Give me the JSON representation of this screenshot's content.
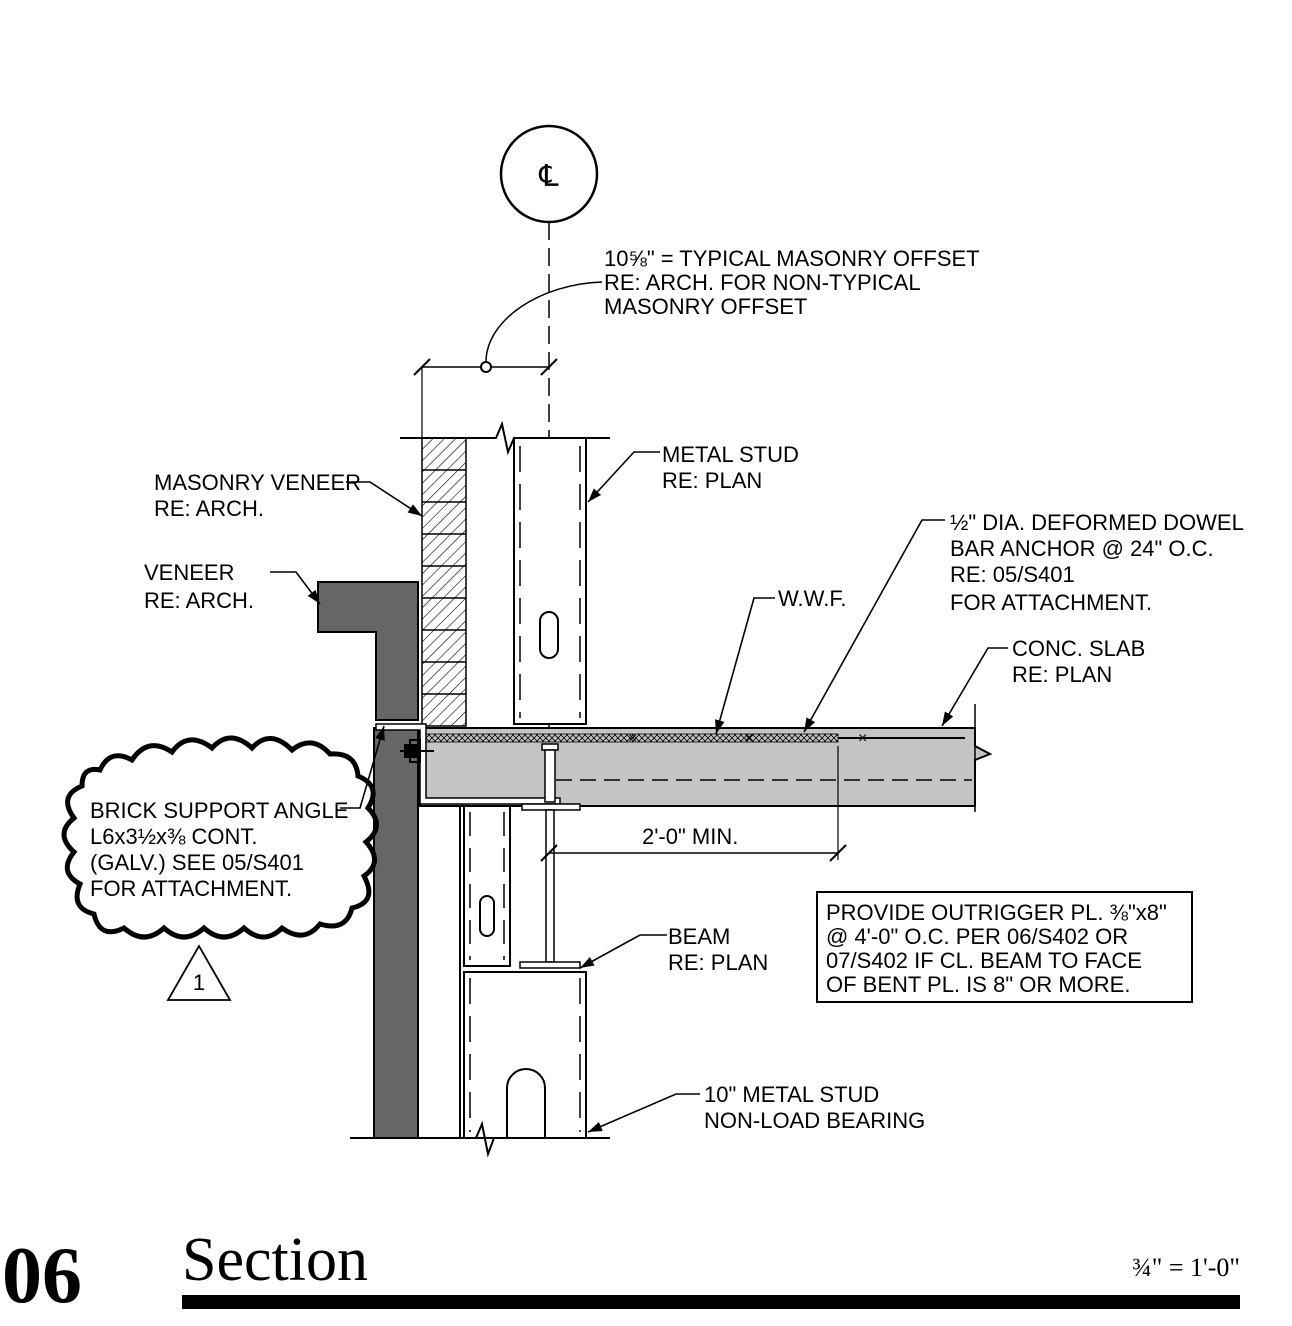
{
  "centerline": {
    "symbol": "℄"
  },
  "labels": {
    "offset": [
      "10⅝\" = TYPICAL MASONRY OFFSET",
      "RE: ARCH. FOR NON-TYPICAL",
      "MASONRY OFFSET"
    ],
    "metal_stud": [
      "METAL STUD",
      "RE: PLAN"
    ],
    "masonry_veneer": [
      "MASONRY VENEER",
      "RE: ARCH."
    ],
    "dowel": [
      "½\" DIA. DEFORMED DOWEL",
      "BAR ANCHOR @ 24\" O.C.",
      "RE: 05/S401",
      "FOR ATTACHMENT."
    ],
    "veneer": [
      "VENEER",
      "RE: ARCH."
    ],
    "wwf": "W.W.F.",
    "conc_slab": [
      "CONC. SLAB",
      "RE: PLAN"
    ],
    "brick_angle": [
      "BRICK SUPPORT ANGLE",
      "L6x3½x⅜  CONT.",
      "(GALV.) SEE 05/S401",
      "FOR ATTACHMENT."
    ],
    "dimension": "2'-0\" MIN.",
    "beam": [
      "BEAM",
      "RE: PLAN"
    ],
    "outrigger": [
      "PROVIDE OUTRIGGER PL. ⅜\"x8\"",
      "@ 4'-0\" O.C. PER 06/S402 OR",
      "07/S402  IF CL. BEAM TO FACE",
      "OF BENT PL. IS 8\" OR MORE."
    ],
    "stud_10": [
      "10\" METAL STUD",
      "NON-LOAD BEARING"
    ]
  },
  "revision": {
    "number": "1"
  },
  "title": {
    "number": "06",
    "name": "Section",
    "scale": "¾\" = 1'-0\""
  },
  "colors": {
    "line": "#000000",
    "concrete": "#c4c4c4",
    "veneer": "#666666",
    "background": "#ffffff"
  }
}
